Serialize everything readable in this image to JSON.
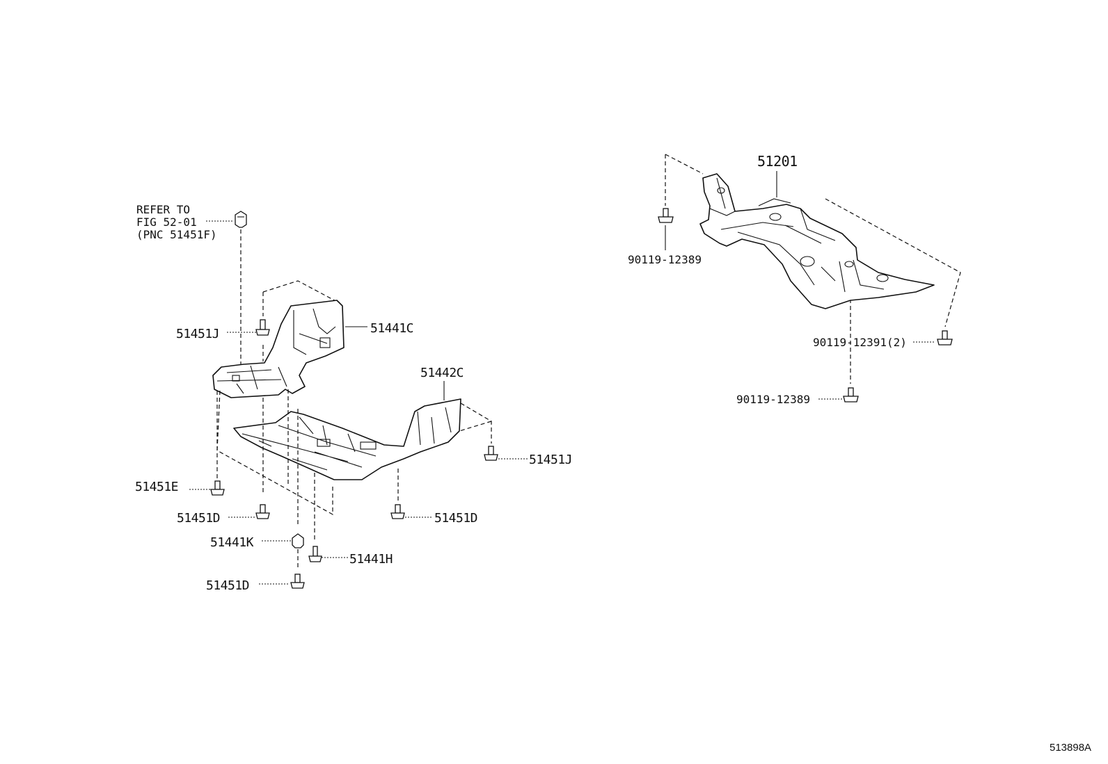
{
  "diagram_id": "513898A",
  "reference_note": {
    "lines": [
      "REFER TO",
      "FIG 52-01",
      "(PNC 51451F)"
    ]
  },
  "parts": {
    "p51201": "51201",
    "p51441C": "51441C",
    "p51442C": "51442C",
    "p51451J_left": "51451J",
    "p51451J_right": "51451J",
    "p51451E": "51451E",
    "p51451D_a": "51451D",
    "p51451D_b": "51451D",
    "p51451D_c": "51451D",
    "p51441K": "51441K",
    "p51441H": "51441H",
    "p90119_12389_top": "90119-12389",
    "p90119_12391": "90119-12391(2)",
    "p90119_12389_bottom": "90119-12389"
  },
  "colors": {
    "line": "#111111",
    "background": "#ffffff"
  }
}
